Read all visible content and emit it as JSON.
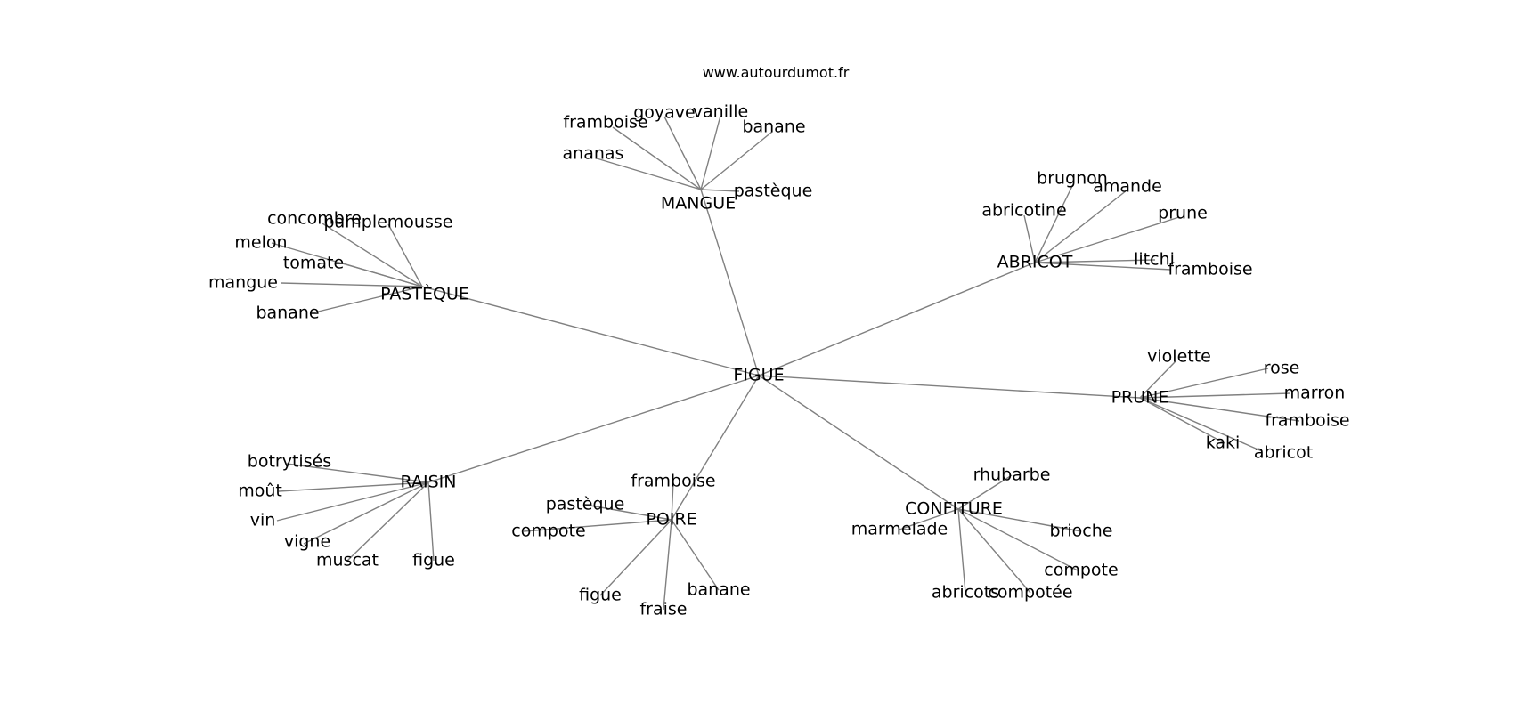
{
  "source": "www.autourdumot.fr",
  "center": "FIGUE",
  "groups": [
    {
      "label": "MANGUE",
      "children": [
        "framboise",
        "goyave",
        "vanille",
        "banane",
        "ananas",
        "pastèque"
      ]
    },
    {
      "label": "PASTÈQUE",
      "children": [
        "concombre",
        "pamplemousse",
        "melon",
        "tomate",
        "mangue",
        "banane"
      ]
    },
    {
      "label": "ABRICOT",
      "children": [
        "brugnon",
        "amande",
        "abricotine",
        "prune",
        "litchi",
        "framboise"
      ]
    },
    {
      "label": "PRUNE",
      "children": [
        "violette",
        "rose",
        "marron",
        "framboise",
        "kaki",
        "abricot"
      ]
    },
    {
      "label": "RAISIN",
      "children": [
        "botrytisés",
        "moût",
        "vin",
        "vigne",
        "muscat",
        "figue"
      ]
    },
    {
      "label": "POIRE",
      "children": [
        "framboise",
        "pastèque",
        "compote",
        "figue",
        "fraise",
        "banane"
      ]
    },
    {
      "label": "CONFITURE",
      "children": [
        "rhubarbe",
        "marmelade",
        "brioche",
        "compote",
        "abricots",
        "compotée"
      ]
    }
  ]
}
